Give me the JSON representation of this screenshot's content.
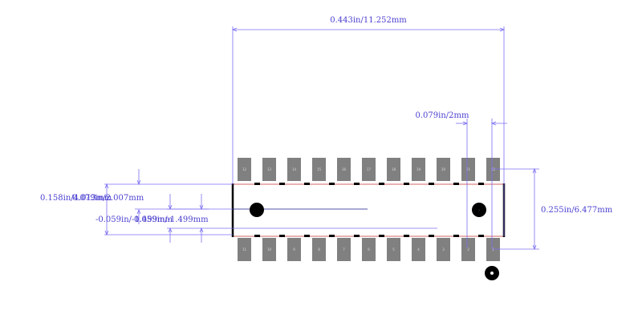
{
  "dimensions": {
    "overall_width": "0.443in/11.252mm",
    "pad_pitch": "0.079in/2mm",
    "overall_height": "0.255in/6.477mm",
    "body_height_overlap": "0.158in/4.013mm",
    "pad_length_overlap": "0.079in/2.007mm",
    "offset_overlap": "-0.059in/-1.499mm",
    "offset_overlap_2": "0.059in/-1.499mm"
  },
  "pads_top": [
    "12",
    "13",
    "14",
    "15",
    "16",
    "17",
    "18",
    "19",
    "20",
    "21",
    "22"
  ],
  "pads_bottom": [
    "11",
    "10",
    "9",
    "8",
    "7",
    "6",
    "5",
    "4",
    "3",
    "2",
    "1"
  ],
  "colors": {
    "dimension": "#4a3fd0",
    "dimension_line": "#7b6ff0",
    "pad": "#808080",
    "outline": "#000000",
    "body_edge": "#c03030"
  }
}
